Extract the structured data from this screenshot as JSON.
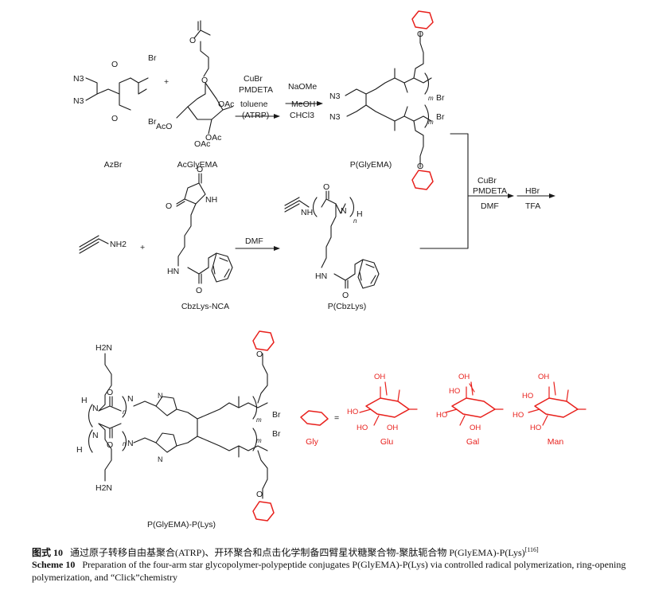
{
  "labels": {
    "azbr": "AzBr",
    "acglyema": "AcGlyEMA",
    "pglyema": "P(GlyEMA)",
    "cbzlys_nca": "CbzLys-NCA",
    "pcbzlys": "P(CbzLys)",
    "conjugate": "P(GlyEMA)-P(Lys)",
    "gly": "Gly",
    "glu": "Glu",
    "gal": "Gal",
    "man": "Man"
  },
  "reagents": {
    "step1_above": [
      "CuBr",
      "PMDETA"
    ],
    "step1_below": [
      "toluene",
      "(ATRP)"
    ],
    "step2_above": [
      "NaOMe"
    ],
    "step2_below": [
      "MeOH",
      "CHCl3"
    ],
    "step3_above": [
      "DMF"
    ],
    "step4_above": [
      "CuBr",
      "PMDETA"
    ],
    "step4_below": [
      "DMF"
    ],
    "step5_above": [
      "HBr"
    ],
    "step5_below": [
      "TFA"
    ]
  },
  "atoms": {
    "n3": "N3",
    "br": "Br",
    "o": "O",
    "oac": "OAc",
    "aco": "AcO",
    "nh": "NH",
    "nh2": "NH2",
    "h2n": "H2N",
    "hn": "HN",
    "h": "H",
    "n": "N",
    "oh": "OH",
    "ho": "HO",
    "m": "m",
    "nsub": "n",
    "plus": "+",
    "equals": "="
  },
  "caption": {
    "cn_label": "图式 10",
    "cn_text": "通过原子转移自由基聚合(ATRP)、开环聚合和点击化学制备四臂星状糖聚合物-聚肽轭合物 P(GlyEMA)-P(Lys)",
    "cn_ref": "[116]",
    "en_label": "Scheme 10",
    "en_text": "Preparation of the four-arm star glycopolymer-polypeptide conjugates P(GlyEMA)-P(Lys) via controlled radical polymerization, ring-opening polymerization, and “Click”chemistry"
  },
  "colors": {
    "ink": "#1a1a1a",
    "sugar": "#e8201c"
  }
}
